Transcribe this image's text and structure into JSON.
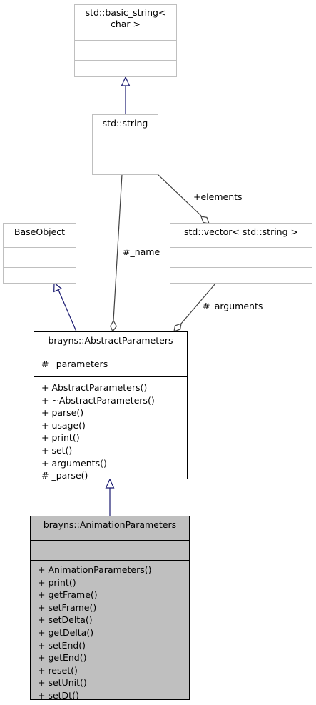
{
  "classes": {
    "basic_string": {
      "title_line1": "std::basic_string<",
      "title_line2": "char >"
    },
    "string": {
      "title": "std::string"
    },
    "base_object": {
      "title": "BaseObject"
    },
    "vector": {
      "title": "std::vector< std::string >"
    },
    "abstract_parameters": {
      "title": "brayns::AbstractParameters",
      "attributes": [
        "# _parameters"
      ],
      "operations": [
        "+ AbstractParameters()",
        "+ ~AbstractParameters()",
        "+ parse()",
        "+ usage()",
        "+ print()",
        "+ set()",
        "+ arguments()",
        "# _parse()"
      ]
    },
    "animation_parameters": {
      "title": "brayns::AnimationParameters",
      "operations": [
        "+ AnimationParameters()",
        "+ print()",
        "+ getFrame()",
        "+ setFrame()",
        "+ setDelta()",
        "+ getDelta()",
        "+ setEnd()",
        "+ getEnd()",
        "+ reset()",
        "+ setUnit()",
        "+ setDt()"
      ]
    }
  },
  "edge_labels": {
    "elements": "+elements",
    "name": "#_name",
    "arguments": "#_arguments"
  },
  "colors": {
    "inheritance": "#191970",
    "association": "#404040",
    "highlight_fill": "#bfbfbf",
    "light_border": "#bfbfbf"
  }
}
